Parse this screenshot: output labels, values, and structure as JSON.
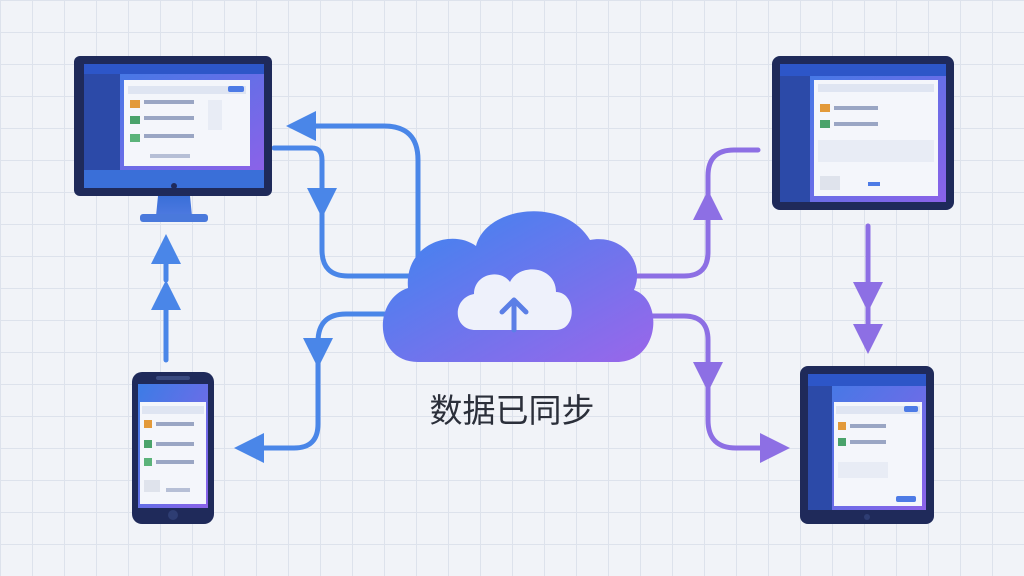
{
  "caption": "数据已同步",
  "colors": {
    "background": "#f1f3f8",
    "grid": "#dde2ec",
    "device_frame": "#1f2a5a",
    "screen_blue": "#3d7fe8",
    "screen_purple": "#8a63e6",
    "arrow_blue": "#4a86e8",
    "arrow_purple": "#8d6fe4",
    "cloud_blue": "#3b82ee",
    "cloud_purple": "#9b6bea"
  },
  "icons": {
    "cloud": "cloud-upload-icon"
  },
  "devices": [
    "desktop-monitor",
    "tablet-top-right",
    "smartphone",
    "tablet-bottom-right"
  ]
}
